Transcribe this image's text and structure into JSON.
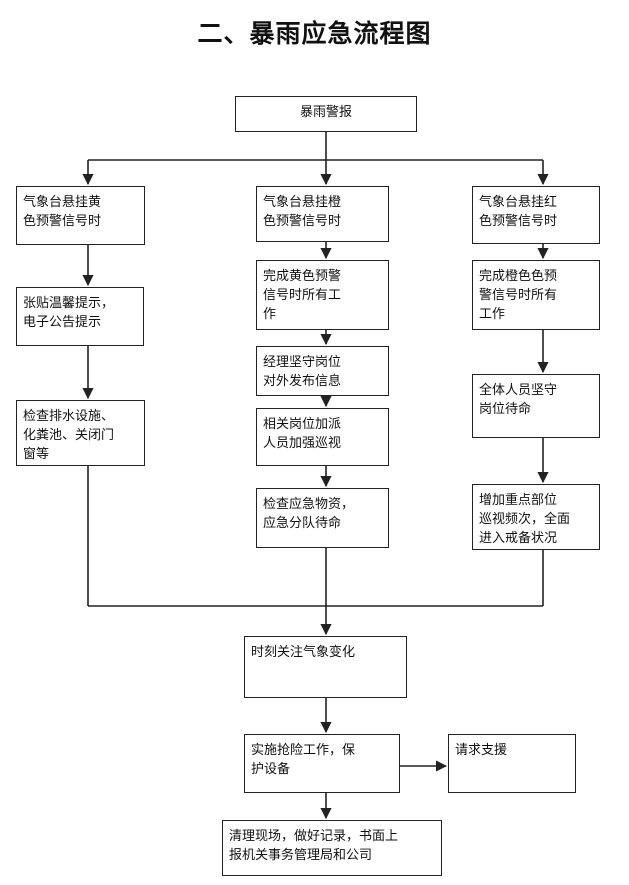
{
  "title": "二、暴雨应急流程图",
  "nodes": {
    "warning": "暴雨警报",
    "yellow_signal": "气象台悬挂黄\n色预警信号时",
    "orange_signal": "气象台悬挂橙\n色预警信号时",
    "red_signal": "气象台悬挂红\n色预警信号时",
    "notice": "张贴温馨提示，\n电子公告提示",
    "check_drainage": "检查排水设施、\n化粪池、关闭门\n窗等",
    "after_yellow": "完成黄色预警\n信号时所有工\n作",
    "manager_duty": "经理坚守岗位\n对外发布信息",
    "patrol": "相关岗位加派\n人员加强巡视",
    "check_supplies": "检查应急物资，\n应急分队待命",
    "after_orange": "完成橙色色预\n警信号时所有\n工作",
    "all_duty": "全体人员坚守\n岗位待命",
    "key_patrol": "增加重点部位\n巡视频次，全面\n进入戒备状况",
    "monitor_weather": "时刻关注气象变化",
    "rescue": "实施抢险工作，保\n护设备",
    "request_support": "请求支援",
    "cleanup": "清理现场，做好记录，书面上\n报机关事务管理局和公司"
  }
}
